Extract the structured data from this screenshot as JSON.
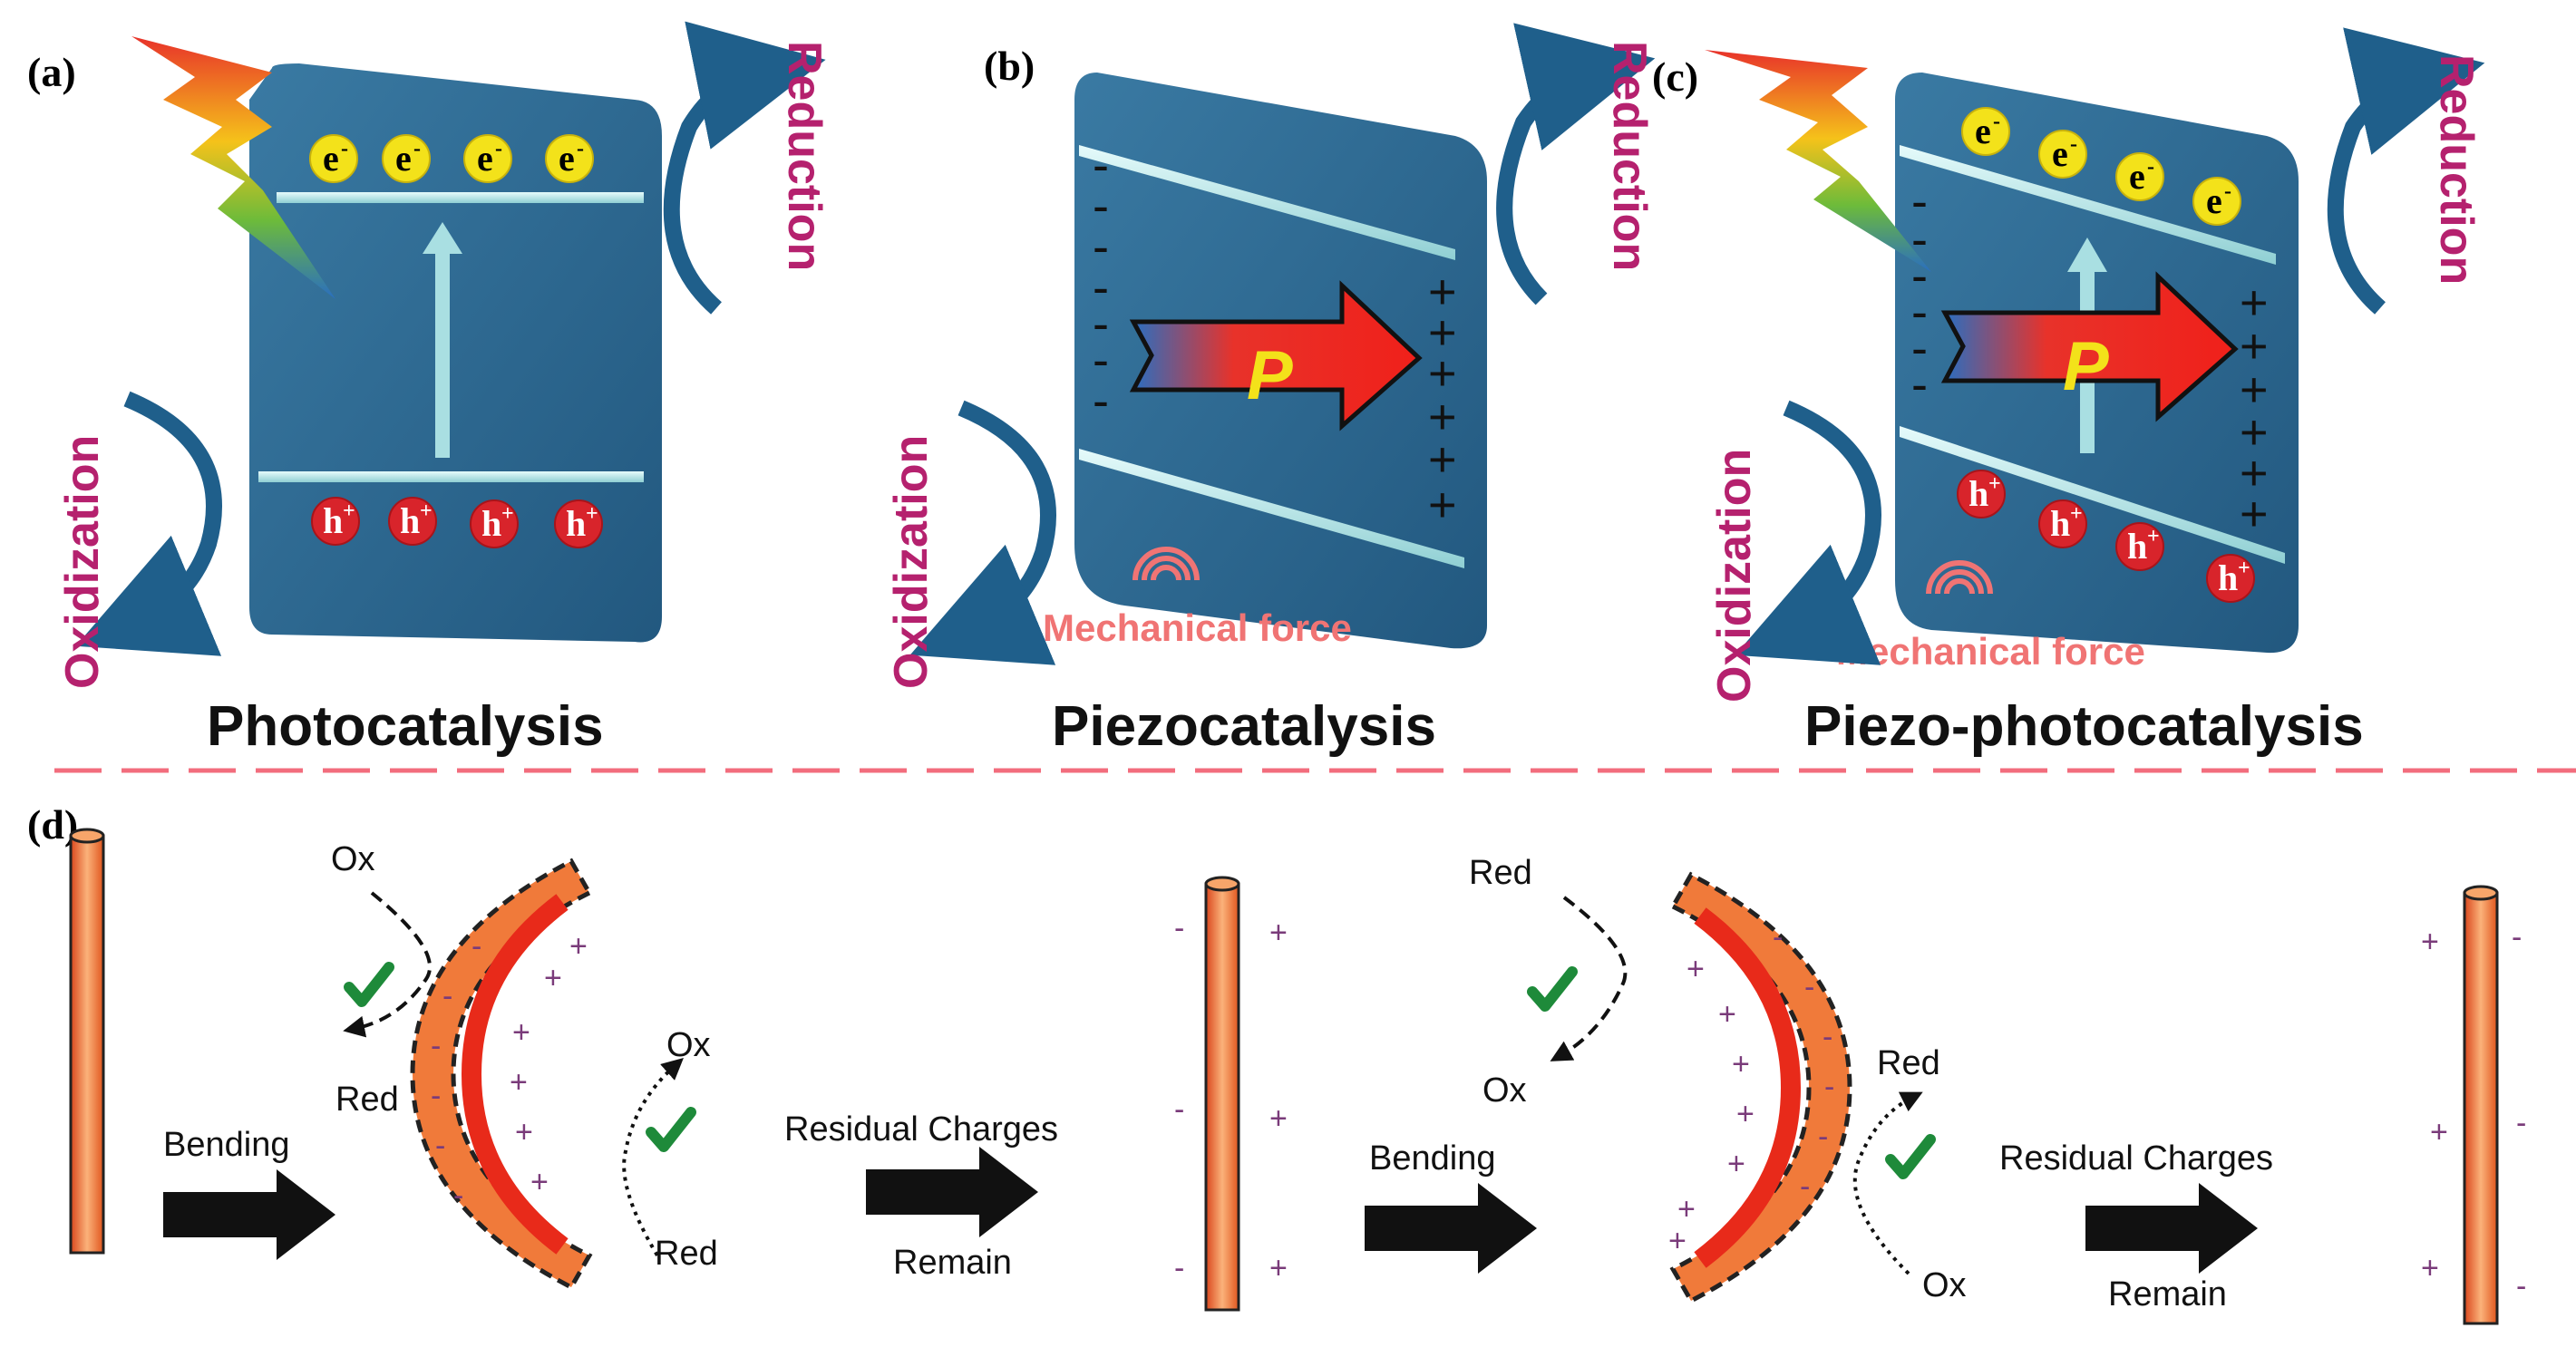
{
  "panels": {
    "a": {
      "label": "(a)",
      "title": "Photocatalysis",
      "reduction": "Reduction",
      "oxidization": "Oxidization"
    },
    "b": {
      "label": "(b)",
      "title": "Piezocatalysis",
      "reduction": "Reduction",
      "oxidization": "Oxidization",
      "polarization": "P",
      "mechanical": "Mechanical force"
    },
    "c": {
      "label": "(c)",
      "title": "Piezo-photocatalysis",
      "reduction": "Reduction",
      "oxidization": "Oxidization",
      "polarization": "P",
      "mechanical": "Mechanical force"
    },
    "d": {
      "label": "(d)",
      "bending1": "Bending",
      "bending2": "Bending",
      "residual1": "Residual Charges",
      "remain1": "Remain",
      "residual2": "Residual Charges",
      "remain2": "Remain",
      "ox1": "Ox",
      "red1": "Red",
      "ox2": "Ox",
      "red2": "Red",
      "red3": "Red",
      "ox3": "Ox",
      "red4": "Red",
      "ox4": "Ox"
    }
  },
  "carriers": {
    "electron": "e",
    "electron_sup": "-",
    "hole": "h",
    "hole_sup": "+"
  },
  "colors": {
    "slab": "#2d6a93",
    "redox_text": "#b5216e",
    "mech_text": "#f07474",
    "arrow_curve": "#1f5f8b",
    "electron": "#f3e21a",
    "hole": "#d8242b",
    "rod": "#f07a3a",
    "check": "#1e8a3a",
    "divider": "#f26d7d"
  }
}
